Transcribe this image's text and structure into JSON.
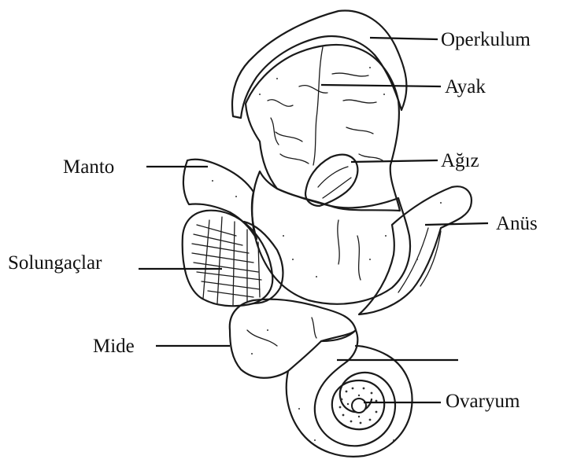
{
  "diagram": {
    "labels": {
      "operkulum": "Operkulum",
      "ayak": "Ayak",
      "agiz": "Ağız",
      "anus": "Anüs",
      "manto": "Manto",
      "solungaclar": "Solungaçlar",
      "mide": "Mide",
      "ovaryum": "Ovaryum"
    },
    "colors": {
      "ink": "#1a1a1a",
      "background": "#ffffff"
    }
  }
}
